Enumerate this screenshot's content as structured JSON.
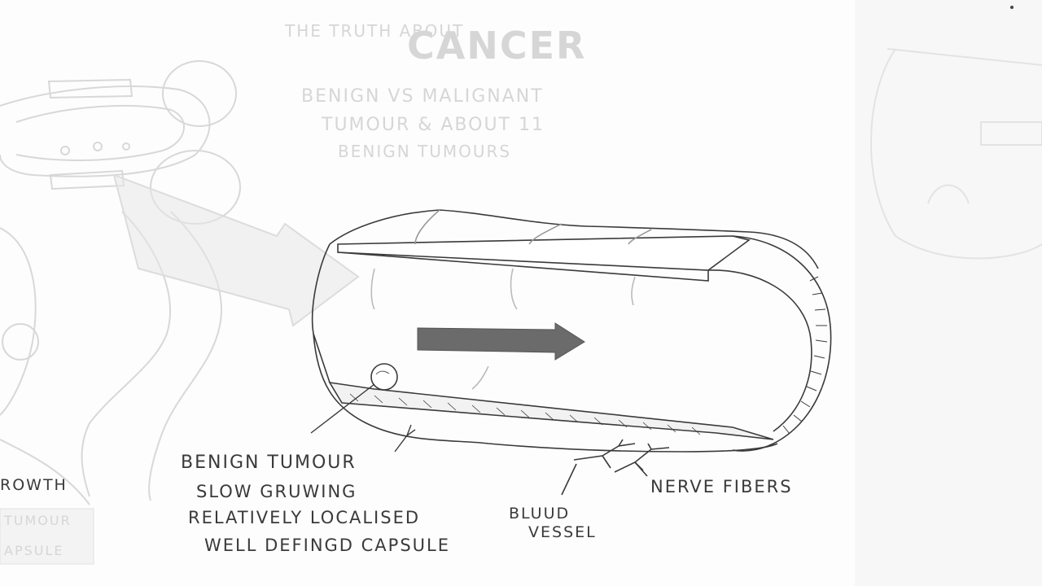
{
  "faded_title": {
    "prefix": "THE TRUTH ABOUT",
    "main": "CANCER",
    "lines": [
      "BENIGN VS MALIGNANT",
      "TUMOUR & ABOUT 11",
      "BENIGN TUMOURS"
    ]
  },
  "left_labels": {
    "growth": "ROWTH",
    "tumour": "TUMOUR",
    "capsule": "APSULE"
  },
  "benign": {
    "title": "BENIGN TUMOUR",
    "traits": [
      "SLOW GRUWING",
      "RELATIVELY LOCALISED",
      "WELL DEFINGD CAPSULE"
    ]
  },
  "vessel_labels": {
    "blood_line1": "BLUUD",
    "blood_line2": "VESSEL",
    "nerve": "NERVE FIBERS"
  },
  "colors": {
    "ink": "#3a3a3a",
    "arrow": "#6b6b6b",
    "ghost": "#d6d6d6",
    "paper": "#fdfdfd"
  }
}
